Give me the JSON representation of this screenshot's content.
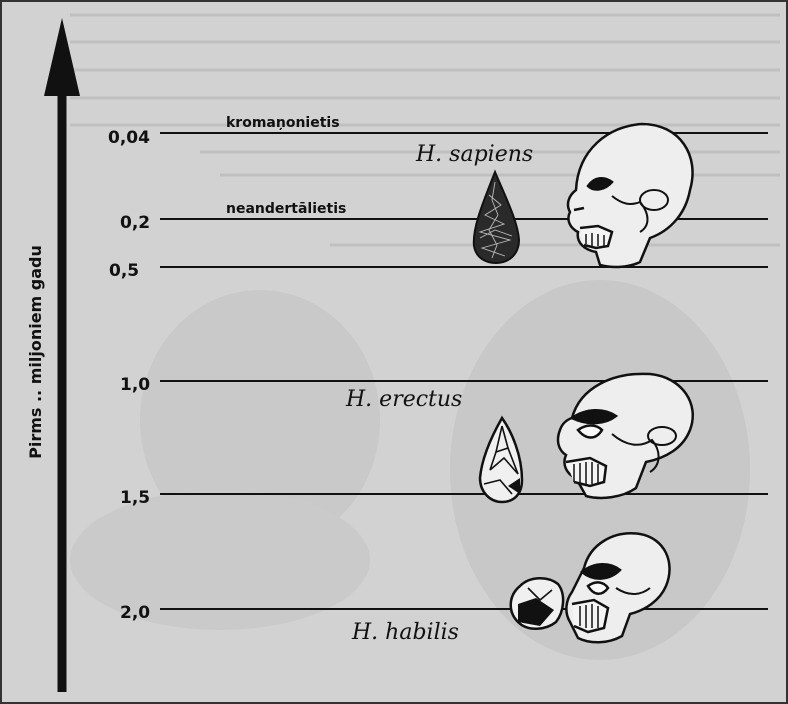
{
  "axis": {
    "title": "Pirms .. miljoniem gadu",
    "ticks": [
      {
        "value": "0,04"
      },
      {
        "value": "0,2"
      },
      {
        "value": "0,5"
      },
      {
        "value": "1,0"
      },
      {
        "value": "1,5"
      },
      {
        "value": "2,0"
      }
    ]
  },
  "eras": [
    {
      "label": "kromaņonietis"
    },
    {
      "label": "neandertālietis"
    }
  ],
  "species": [
    {
      "name": "H. sapiens",
      "skull_icon": "skull-sapiens-icon",
      "tool_icon": "teardrop-handaxe-icon"
    },
    {
      "name": "H. erectus",
      "skull_icon": "skull-erectus-icon",
      "tool_icon": "pointed-handaxe-icon"
    },
    {
      "name": "H. habilis",
      "skull_icon": "skull-habilis-icon",
      "tool_icon": "pebble-tool-icon"
    }
  ],
  "colors": {
    "background": "#d2d2d2",
    "ink": "#111111"
  }
}
